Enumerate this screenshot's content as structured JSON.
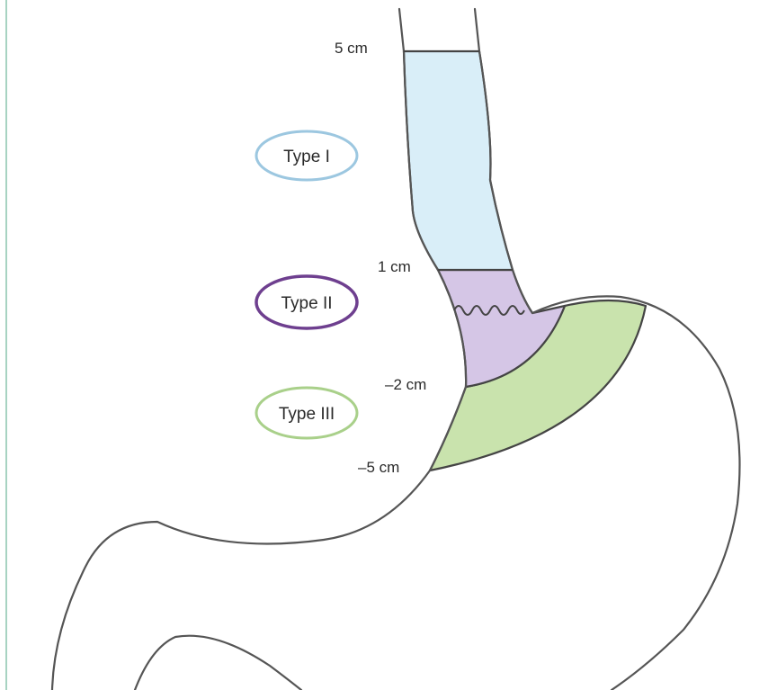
{
  "colors": {
    "type_i_fill": "#d9eef8",
    "type_i_ring": "#9cc7e0",
    "type_ii_fill": "#d5c6e6",
    "type_ii_ring": "#6e3f8f",
    "type_iii_fill": "#c9e3ad",
    "type_iii_ring": "#a9d08a",
    "outline": "#555555",
    "left_border": "#a7d3c2"
  },
  "markers": {
    "cm_5": "5 cm",
    "cm_1": "1 cm",
    "cm_minus2": "–2 cm",
    "cm_minus5": "–5 cm"
  },
  "types": {
    "type_i": "Type I",
    "type_ii": "Type II",
    "type_iii": "Type III"
  }
}
